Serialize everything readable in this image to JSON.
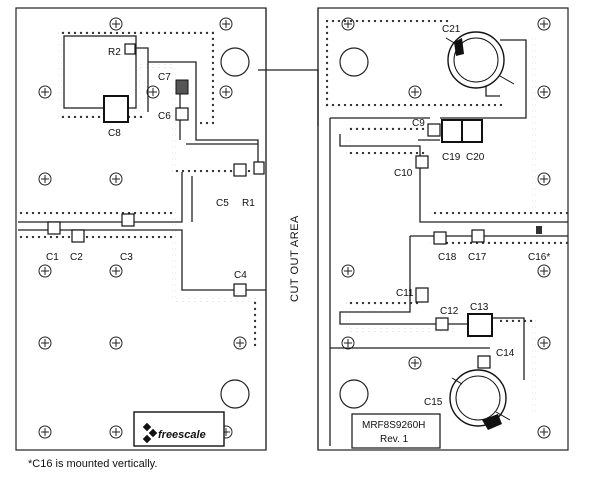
{
  "components": {
    "r2": "R2",
    "c7": "C7",
    "c6": "C6",
    "c8": "C8",
    "c5": "C5",
    "r1": "R1",
    "c1": "C1",
    "c2": "C2",
    "c3": "C3",
    "c4": "C4",
    "c21": "C21",
    "c9": "C9",
    "c19": "C19",
    "c20": "C20",
    "c10": "C10",
    "c18": "C18",
    "c17": "C17",
    "c16": "C16*",
    "c11": "C11",
    "c12": "C12",
    "c13": "C13",
    "c14": "C14",
    "c15": "C15"
  },
  "cut_out_area": "CUT OUT AREA",
  "part_box": {
    "part": "MRF8S9260H",
    "rev": "Rev. 1"
  },
  "logo_text": "freescale",
  "footnote": "*C16 is mounted vertically.",
  "colors": {
    "ink": "#111111",
    "board": "#ffffff",
    "pad": "#e0e0e0"
  }
}
